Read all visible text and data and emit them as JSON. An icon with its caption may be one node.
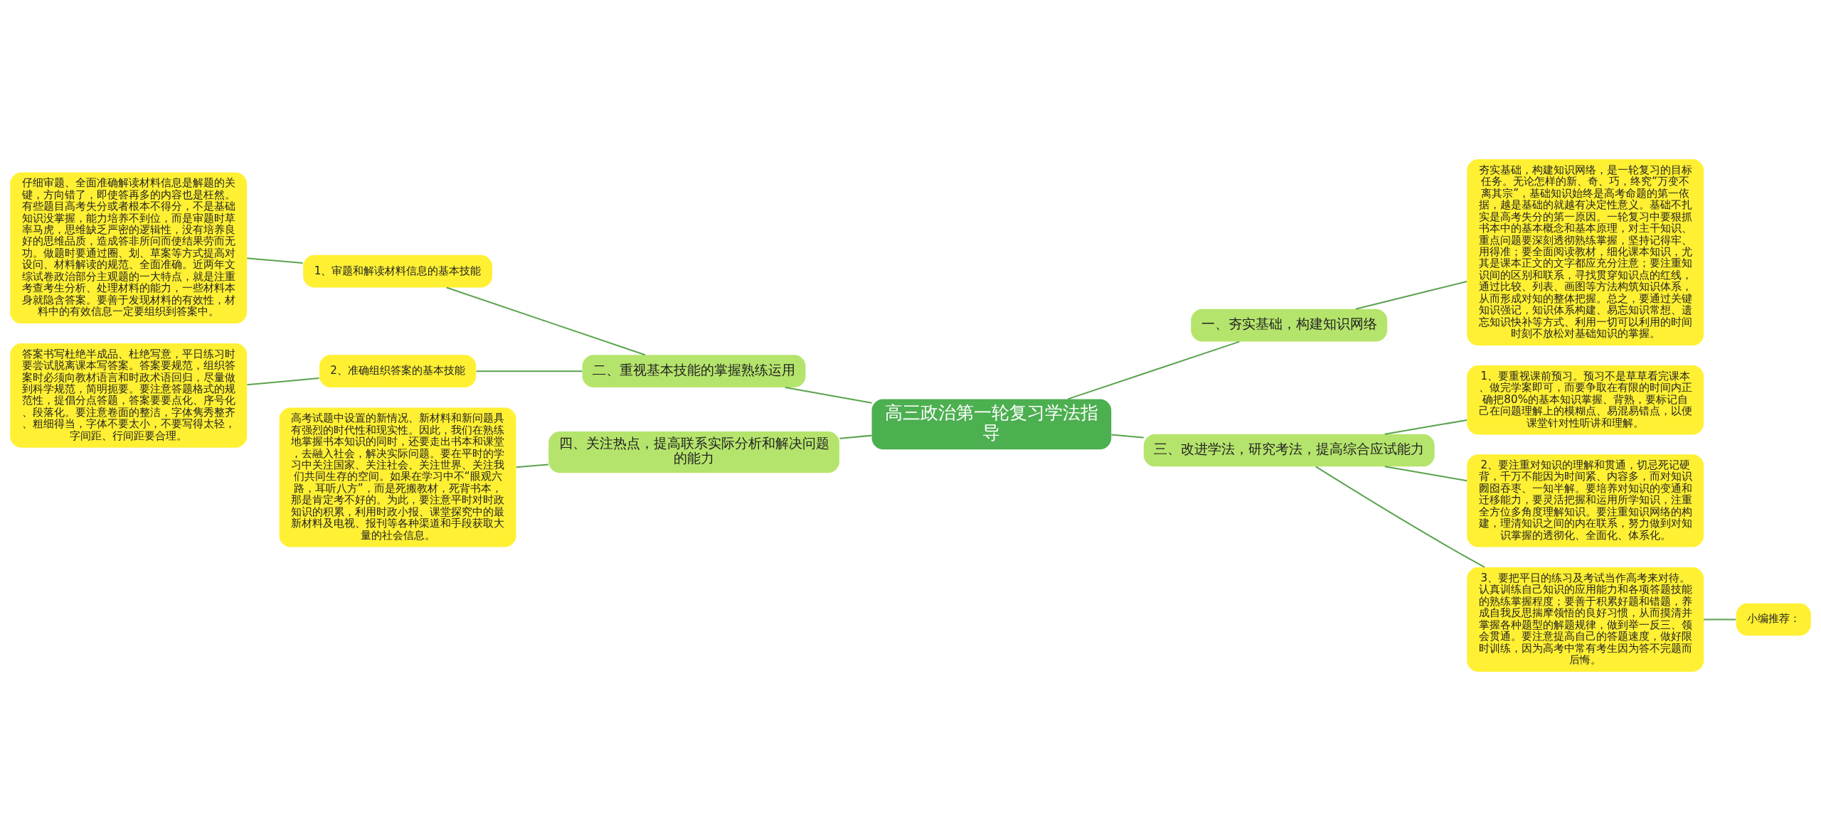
{
  "diagram": {
    "nodes": [
      {
        "text": [
          "高三政治第一轮复习学法指导"
        ]
      },
      {
        "text": [
          "二、重视基本技能的掌握熟练运用"
        ]
      },
      {
        "text": [
          "1、审题和解读材料信息的基本技能"
        ]
      },
      {
        "text": [
          "仔细审题、全面准确解读材料信息是解题的关键，方向错了，即使答再多的内容也是枉然。有些题目高考失分或者根本不得分，不是基础知识没掌握，能力培养不到位，而是审题时草率马虎，思维缺乏严密的逻辑性，没有培养良好的思维品质，造成答非所问而使结果劳而无功。做题时要通过圈、划、草案等方式提高对设问、材料解读的规范、全面准确。近两年文综试卷政治部分主观题的一大特点，就是注重考查考生分析、处理材料的能力，一些材料本身就隐含答案。要善于发现材料的有效性，材料中的有效信息一定要组织到答案中。"
        ]
      },
      {
        "text": [
          "2、准确组织答案的基本技能"
        ]
      },
      {
        "text": [
          "答案书写杜绝半成品、杜绝写意，平日练习时要尝试脱离课本写答案。答案要规范，组织答案时必须向教材语言和时政术语回归，尽量做到科学规范，简明扼要。要注意答题格式的规范性，提倡分点答题，答案要要点化、序号化、段落化。要注意卷面的整洁，字体隽秀整齐、粗细得当，字体不要太小，不要写得太轻，字间距、行间距要合理。"
        ]
      },
      {
        "text": [
          "四、关注热点，提高联系实际分析和解决问题的能力"
        ]
      },
      {
        "text": [
          "高考试题中设置的新情况、新材料和新问题具有强烈的时代性和现实性。因此，我们在熟练地掌握书本知识的同时，还要走出书本和课堂，去融入社会，解决实际问题。要在平时的学习中关注国家、关注社会、关注世界、关注我们共同生存的空间。如果在学习中不“眼观六路，耳听八方”，而是死搬教材，死背书本，那是肯定考不好的。为此，要注意平时对时政知识的积累，利用时政小报、课堂探究中的最新材料及电视、报刊等各种渠道和手段获取大量的社会信息。"
        ]
      },
      {
        "text": [
          "一、夯实基础，构建知识网络"
        ]
      },
      {
        "text": [
          "夯实基础，构建知识网络，是一轮复习的目标任务。无论怎样的新、奇、巧，终究“万变不离其宗”，基础知识始终是高考命题的第一依据，越是基础的就越有决定性意义。基础不扎实是高考失分的第一原因。一轮复习中要狠抓书本中的基本概念和基本原理，对主干知识、重点问题要深刻透彻熟练掌握，坚持记得牢、用得准；要全面阅读教材，细化课本知识，尤其是课本正文的文字都应充分注意；要注重知识间的区别和联系，寻找贯穿知识点的红线，通过比较、列表、画图等方法构筑知识体系，从而形成对知的整体把握。总之，要通过关键知识强记，知识体系构建、易忘知识常想、遗忘知识快补等方式、利用一切可以利用的时间时刻不放松对基础知识的掌握。"
        ]
      },
      {
        "text": [
          "三、改进学法，研究考法，提高综合应试能力"
        ]
      },
      {
        "text": [
          "1、要重视课前预习。预习不是草草看完课本、做完学案即可，而要争取在有限的时间内正确把80%的基本知识掌握、背熟，要标记自己在问题理解上的模糊点、易混易错点，以便课堂针对性听讲和理解。"
        ]
      },
      {
        "text": [
          "2、要注重对知识的理解和贯通，切忌死记硬背，千万不能因为时间紧、内容多，而对知识囫囵吞枣、一知半解。要培养对知识的变通和迁移能力，要灵活把握和运用所学知识，注重全方位多角度理解知识。要注重知识网络的构建，理清知识之间的内在联系，努力做到对知识掌握的透彻化、全面化、体系化。"
        ]
      },
      {
        "text": [
          "3、要把平日的练习及考试当作高考来对待。认真训练自己知识的应用能力和各项答题技能的熟练掌握程度；要善于积累好题和错题，养成自我反思揣摩领悟的良好习惯，从而摸清并掌握各种题型的解题规律，做到举一反三、领会贯通。要注意提高自己的答题速度，做好限时训练，因为高考中常有考生因为答不完题而后悔。"
        ]
      },
      {
        "text": [
          "小编推荐："
        ]
      }
    ],
    "edges": [
      {
        "from": 3,
        "to": 2,
        "arrow": "none"
      },
      {
        "from": 2,
        "to": 1,
        "arrow": "none"
      },
      {
        "from": 5,
        "to": 4,
        "arrow": "none"
      },
      {
        "from": 4,
        "to": 1,
        "arrow": "none"
      },
      {
        "from": 1,
        "to": 0,
        "arrow": "none"
      },
      {
        "from": 7,
        "to": 6,
        "arrow": "none"
      },
      {
        "from": 6,
        "to": 0,
        "arrow": "none"
      },
      {
        "from": 0,
        "to": 8,
        "arrow": "none"
      },
      {
        "from": 8,
        "to": 9,
        "arrow": "none"
      },
      {
        "from": 0,
        "to": 10,
        "arrow": "none"
      },
      {
        "from": 10,
        "to": 11,
        "arrow": "none"
      },
      {
        "from": 10,
        "to": 12,
        "arrow": "none"
      },
      {
        "from": 10,
        "to": 13,
        "arrow": "none"
      },
      {
        "from": 13,
        "to": 14,
        "arrow": "none"
      }
    ]
  }
}
